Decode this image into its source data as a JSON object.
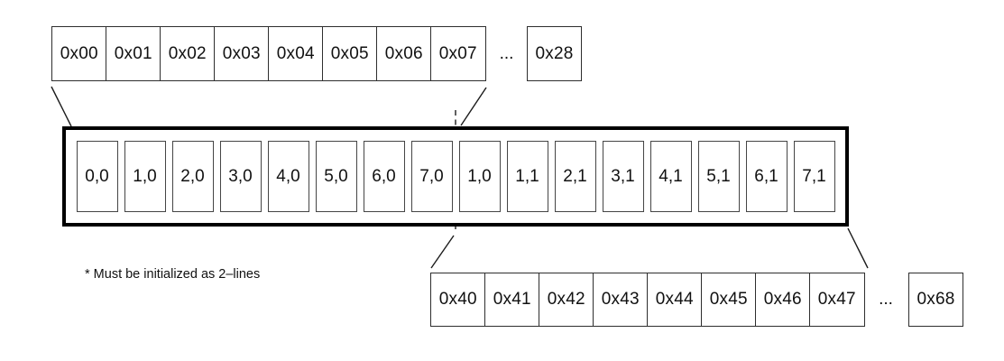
{
  "colors": {
    "background": "#ffffff",
    "ink": "#111111",
    "thick_border": "#000000"
  },
  "top_address_row": {
    "cells": [
      "0x00",
      "0x01",
      "0x02",
      "0x03",
      "0x04",
      "0x05",
      "0x06",
      "0x07"
    ],
    "ellipsis": "...",
    "last_cell": "0x28"
  },
  "display_buffer": {
    "cells": [
      "0,0",
      "1,0",
      "2,0",
      "3,0",
      "4,0",
      "5,0",
      "6,0",
      "7,0",
      "1,0",
      "1,1",
      "2,1",
      "3,1",
      "4,1",
      "5,1",
      "6,1",
      "7,1"
    ]
  },
  "bottom_address_row": {
    "cells": [
      "0x40",
      "0x41",
      "0x42",
      "0x43",
      "0x44",
      "0x45",
      "0x46",
      "0x47"
    ],
    "ellipsis": "...",
    "last_cell": "0x68"
  },
  "footnote": "* Must be initialized as 2–lines"
}
